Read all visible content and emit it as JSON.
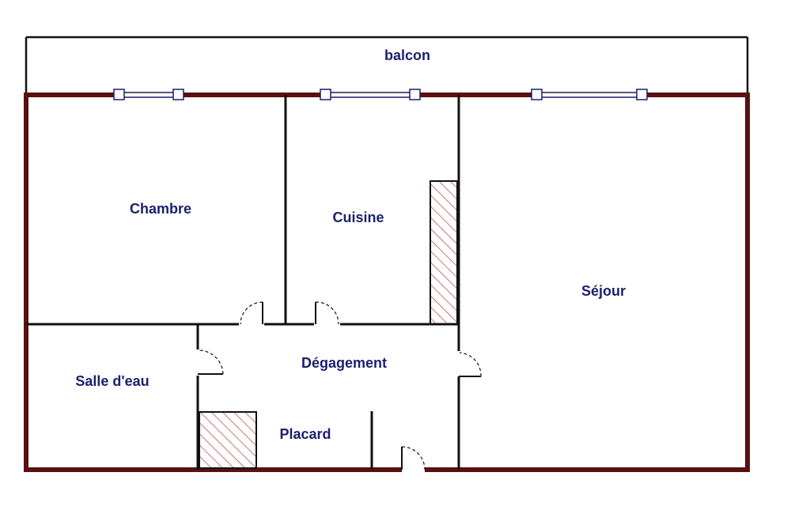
{
  "floor_plan": {
    "rooms": {
      "balcon": "balcon",
      "chambre": "Chambre",
      "cuisine": "Cuisine",
      "sejour": "Séjour",
      "salle_deau": "Salle d'eau",
      "degagement": "Dégagement",
      "placard": "Placard"
    },
    "colors": {
      "exterior_wall": "#5a1010",
      "interior_wall": "#111111",
      "label": "#1a1f6e",
      "window": "#1a1f6e",
      "hatch": "#b84a4a"
    }
  }
}
